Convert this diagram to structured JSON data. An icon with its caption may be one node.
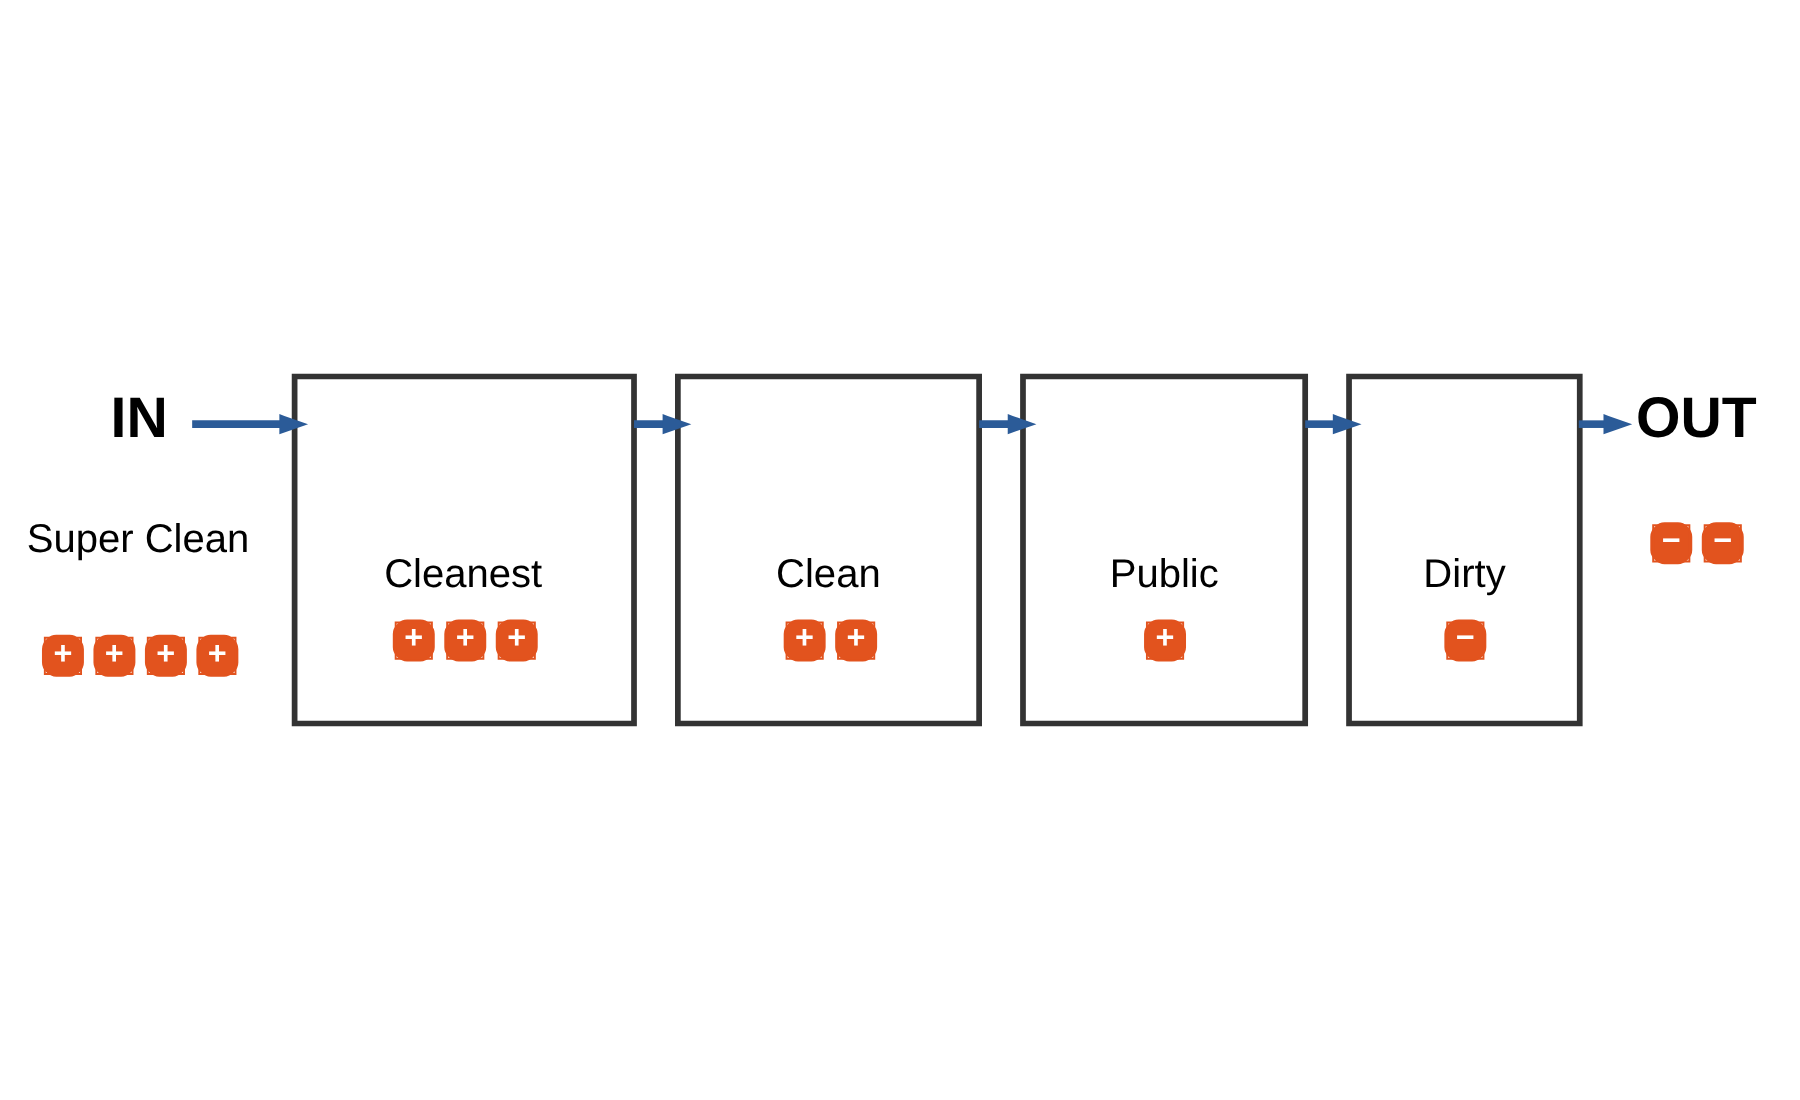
{
  "diagram": {
    "nodes": [
      {
        "text": [
          "IN"
        ]
      },
      {
        "text": [
          "Cleanest",
          "+ + +"
        ]
      },
      {
        "text": [
          "Clean",
          "+ +"
        ]
      },
      {
        "text": [
          "Public",
          "+"
        ]
      },
      {
        "text": [
          "Dirty",
          "−"
        ]
      },
      {
        "text": [
          "OUT"
        ]
      }
    ],
    "edges": [
      {
        "from": 0,
        "to": 1,
        "arrow": "to"
      },
      {
        "from": 1,
        "to": 2,
        "arrow": "to"
      },
      {
        "from": 2,
        "to": 3,
        "arrow": "to"
      },
      {
        "from": 3,
        "to": 4,
        "arrow": "to"
      },
      {
        "from": 4,
        "to": 5,
        "arrow": "to"
      }
    ],
    "labels": [
      "Super Clean",
      "+ + + +",
      "− −"
    ]
  }
}
